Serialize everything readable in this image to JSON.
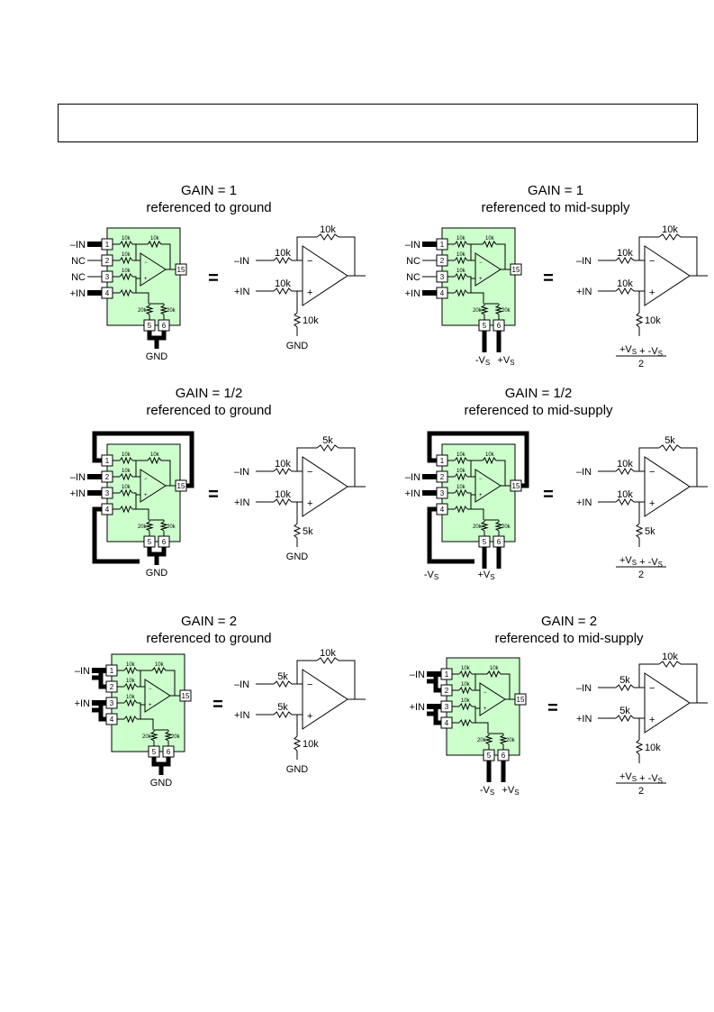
{
  "header_box_text": "",
  "equals_sign": "=",
  "panels": [
    {
      "id": "g1-ground",
      "title": "GAIN = 1",
      "subtitle": "referenced to ground",
      "chip": {
        "pins": [
          "1",
          "2",
          "3",
          "4",
          "5",
          "6",
          "15"
        ],
        "left_labels": [
          "–IN",
          "NC",
          "NC",
          "+IN"
        ],
        "bottom_labels": [
          "GND"
        ],
        "resistors": [
          "10k",
          "10k",
          "10k",
          "10k",
          "20k",
          "20k"
        ]
      },
      "equiv": {
        "rf": "10k",
        "rin_neg": "10k",
        "rin_pos": "10k",
        "rref": "10k",
        "in_neg": "–IN",
        "in_pos": "+IN",
        "ref": "GND",
        "ref_sub": "",
        "ref_den": ""
      }
    },
    {
      "id": "g1-mid",
      "title": "GAIN = 1",
      "subtitle": "referenced to mid-supply",
      "chip": {
        "pins": [
          "1",
          "2",
          "3",
          "4",
          "5",
          "6",
          "15"
        ],
        "left_labels": [
          "–IN",
          "NC",
          "NC",
          "+IN"
        ],
        "bottom_labels": [
          "-VS",
          "+VS"
        ],
        "resistors": [
          "10k",
          "10k",
          "10k",
          "10k",
          "20k",
          "20k"
        ]
      },
      "equiv": {
        "rf": "10k",
        "rin_neg": "10k",
        "rin_pos": "10k",
        "rref": "10k",
        "in_neg": "–IN",
        "in_pos": "+IN",
        "ref": "",
        "ref_sub": "+VS + -VS",
        "ref_den": "2"
      }
    },
    {
      "id": "g12-ground",
      "title": "GAIN = 1/2",
      "subtitle": "referenced to ground",
      "chip": {
        "pins": [
          "1",
          "2",
          "3",
          "4",
          "5",
          "6",
          "15"
        ],
        "left_labels": [
          "",
          "–IN",
          "+IN",
          ""
        ],
        "bottom_labels": [
          "GND"
        ],
        "resistors": [
          "10k",
          "10k",
          "10k",
          "10k",
          "20k",
          "20k"
        ]
      },
      "equiv": {
        "rf": "5k",
        "rin_neg": "10k",
        "rin_pos": "10k",
        "rref": "5k",
        "in_neg": "–IN",
        "in_pos": "+IN",
        "ref": "GND",
        "ref_sub": "",
        "ref_den": ""
      }
    },
    {
      "id": "g12-mid",
      "title": "GAIN = 1/2",
      "subtitle": "referenced to mid-supply",
      "chip": {
        "pins": [
          "1",
          "2",
          "3",
          "4",
          "5",
          "6",
          "15"
        ],
        "left_labels": [
          "",
          "–IN",
          "+IN",
          ""
        ],
        "bottom_labels": [
          "-VS",
          "+VS"
        ],
        "resistors": [
          "10k",
          "10k",
          "10k",
          "10k",
          "20k",
          "20k"
        ]
      },
      "equiv": {
        "rf": "5k",
        "rin_neg": "10k",
        "rin_pos": "10k",
        "rref": "5k",
        "in_neg": "–IN",
        "in_pos": "+IN",
        "ref": "",
        "ref_sub": "+VS + -VS",
        "ref_den": "2"
      }
    },
    {
      "id": "g2-ground",
      "title": "GAIN = 2",
      "subtitle": "referenced to ground",
      "chip": {
        "pins": [
          "1",
          "2",
          "3",
          "4",
          "5",
          "6",
          "15"
        ],
        "left_labels": [
          "–IN",
          "",
          "+IN",
          ""
        ],
        "bottom_labels": [
          "GND"
        ],
        "resistors": [
          "10k",
          "10k",
          "10k",
          "10k",
          "20k",
          "20k"
        ]
      },
      "equiv": {
        "rf": "10k",
        "rin_neg": "5k",
        "rin_pos": "5k",
        "rref": "10k",
        "in_neg": "–IN",
        "in_pos": "+IN",
        "ref": "GND",
        "ref_sub": "",
        "ref_den": ""
      }
    },
    {
      "id": "g2-mid",
      "title": "GAIN = 2",
      "subtitle": "referenced to mid-supply",
      "chip": {
        "pins": [
          "1",
          "2",
          "3",
          "4",
          "5",
          "6",
          "15"
        ],
        "left_labels": [
          "–IN",
          "",
          "+IN",
          ""
        ],
        "bottom_labels": [
          "-VS",
          "+VS"
        ],
        "resistors": [
          "10k",
          "10k",
          "10k",
          "10k",
          "20k",
          "20k"
        ]
      },
      "equiv": {
        "rf": "10k",
        "rin_neg": "5k",
        "rin_pos": "5k",
        "rref": "10k",
        "in_neg": "–IN",
        "in_pos": "+IN",
        "ref": "",
        "ref_sub": "+VS + -VS",
        "ref_den": "2"
      }
    }
  ]
}
